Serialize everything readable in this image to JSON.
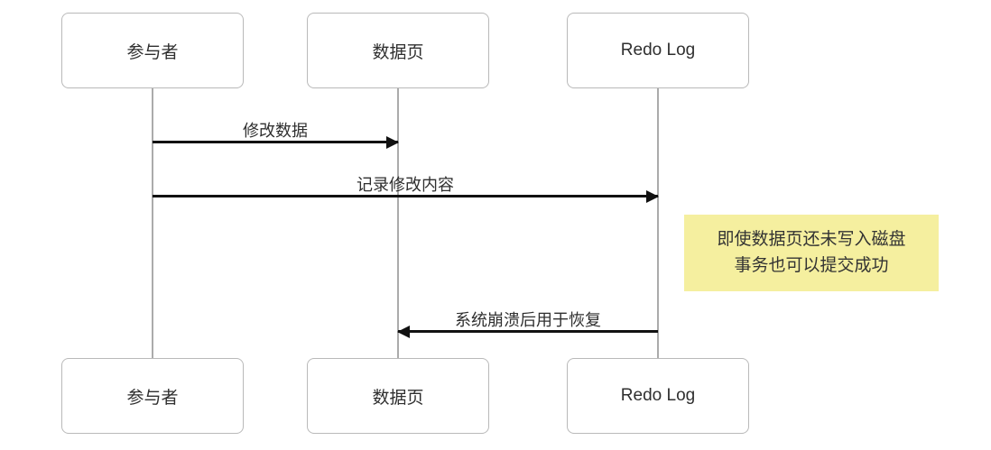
{
  "diagram": {
    "type": "sequence-diagram",
    "participants": [
      {
        "label": "参与者"
      },
      {
        "label": "数据页"
      },
      {
        "label": "Redo Log"
      }
    ],
    "messages": [
      {
        "label": "修改数据",
        "from": "参与者",
        "to": "数据页",
        "direction": "right"
      },
      {
        "label": "记录修改内容",
        "from": "参与者",
        "to": "Redo Log",
        "direction": "right"
      },
      {
        "label": "系统崩溃后用于恢复",
        "from": "Redo Log",
        "to": "数据页",
        "direction": "left"
      }
    ],
    "note": {
      "line1": "即使数据页还未写入磁盘",
      "line2": "事务也可以提交成功",
      "background_color": "#f5ef9f"
    },
    "colors": {
      "box_border": "#b9b9b9",
      "lifeline": "#ababab",
      "arrow": "#111111",
      "text": "#2f2f2f"
    }
  }
}
